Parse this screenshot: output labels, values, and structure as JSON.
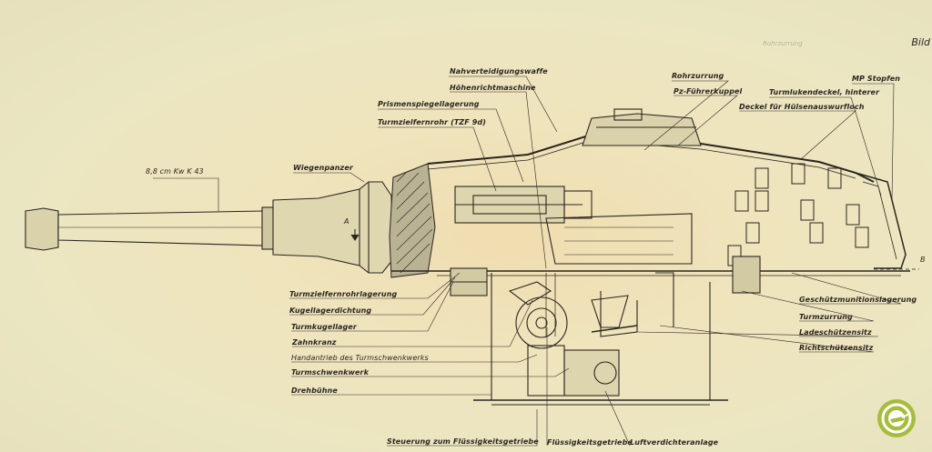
{
  "plate": {
    "title": "Bild",
    "faint_text": "Rohrzurrung"
  },
  "labels": {
    "nahverteidigungswaffe": "Nahverteidigungswaffe",
    "hoehenrichtmaschine": "Höhenrichtmaschine",
    "rohrzurrung": "Rohrzurrung",
    "pz_fuehrerkuppel": "Pz-Führerkuppel",
    "mp_stopfen": "MP Stopfen",
    "turmlukendeckel": "Turmlukendeckel, hinterer",
    "deckel_huelsenauswurf": "Deckel für Hülsenauswurfloch",
    "prismenspiegellagerung": "Prismenspiegellagerung",
    "turmzielfernrohr": "Turmzielfernrohr (TZF 9d)",
    "kanone": "8,8 cm Kw K 43",
    "wiegenpanzer": "Wiegenpanzer",
    "section_a": "A",
    "section_b": "B",
    "turmzielfernrohrlagerung": "Turmzielfernrohrlagerung",
    "kugellagerdichtung": "Kugellagerdichtung",
    "turmkugellager": "Turmkugellager",
    "zahnkranz": "Zahnkranz",
    "handantrieb": "Handantrieb des Turmschwenkwerks",
    "turmschwenkwerk": "Turmschwenkwerk",
    "drehbuehne": "Drehbühne",
    "steuerung": "Steuerung zum Flüssigkeitsgetriebe",
    "fluessigkeitsgetriebe": "Flüssigkeitsgetriebe",
    "luftverdichteranlage": "Luftverdichteranlage",
    "geschuetzmunitionslagerung": "Geschützmunitionslagerung",
    "turmzurrung": "Turmzurrung",
    "ladeschuetzensitz": "Ladeschützensitz",
    "richtschuetzensitz": "Richtschützensitz"
  },
  "colors": {
    "paper": "#ece6bd",
    "ink": "#2a2620",
    "stain": "#f0d8a8",
    "logo": "#a6bd3a"
  },
  "logo": {
    "icon": "tank-crest-icon"
  }
}
